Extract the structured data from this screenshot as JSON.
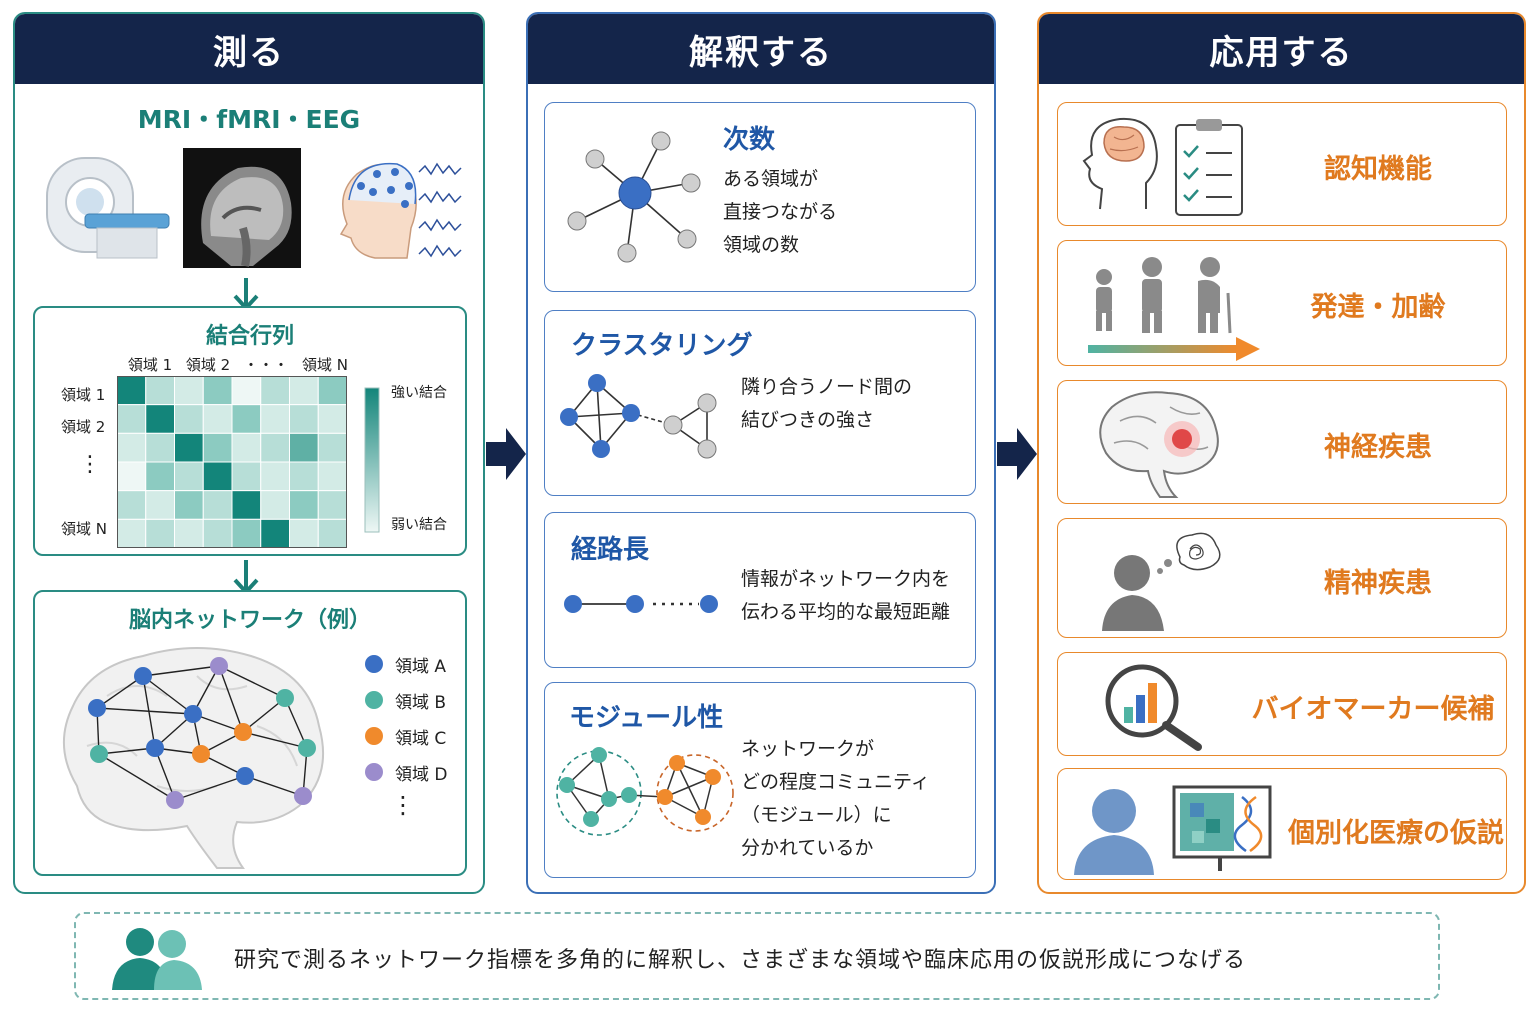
{
  "columns": {
    "measure": {
      "title": "測る",
      "modalities": "MRI・fMRI・EEG",
      "matrix": {
        "title": "結合行列",
        "col_labels": [
          "領域 1",
          "領域 2",
          "・・・",
          "領域 N"
        ],
        "row_labels": [
          "領域 1",
          "領域 2",
          "⋮",
          "領域 N"
        ],
        "legend_high": "強い結合",
        "legend_low": "弱い結合"
      },
      "network": {
        "title": "脳内ネットワーク（例）",
        "legend": [
          {
            "label": "領域 A",
            "color": "#3a6fc4"
          },
          {
            "label": "領域 B",
            "color": "#4fb3a3"
          },
          {
            "label": "領域 C",
            "color": "#f08a2c"
          },
          {
            "label": "領域 D",
            "color": "#9b8ccc"
          }
        ],
        "more": "⋮"
      }
    },
    "interpret": {
      "title": "解釈する",
      "cards": [
        {
          "title": "次数",
          "desc": [
            "ある領域が",
            "直接つながる",
            "領域の数"
          ]
        },
        {
          "title": "クラスタリング",
          "desc": [
            "隣り合うノード間の",
            "結びつきの強さ"
          ]
        },
        {
          "title": "経路長",
          "desc": [
            "情報がネットワーク内を",
            "伝わる平均的な最短距離"
          ]
        },
        {
          "title": "モジュール性",
          "desc": [
            "ネットワークが",
            "どの程度コミュニティ",
            "（モジュール）に",
            "分かれているか"
          ]
        }
      ]
    },
    "apply": {
      "title": "応用する",
      "items": [
        "認知機能",
        "発達・加齢",
        "神経疾患",
        "精神疾患",
        "バイオマーカー候補",
        "個別化医療の仮説"
      ]
    }
  },
  "footer": {
    "text": "研究で測るネットワーク指標を多角的に解釈し、さまざまな領域や臨床応用の仮説形成につなげる"
  },
  "colors": {
    "navy": "#14254a",
    "teal": "#1b7f77",
    "blue": "#1f57a6",
    "orange": "#e07a1f"
  }
}
